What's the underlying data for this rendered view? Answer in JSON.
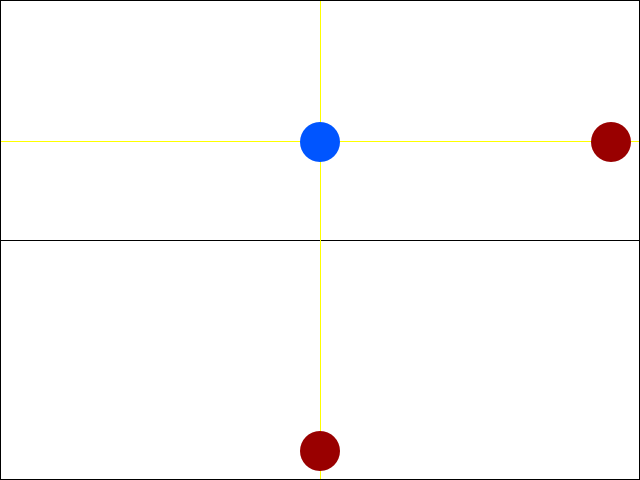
{
  "scene": {
    "background_color": "#ffffff",
    "border_color": "#000000",
    "midline_color": "#000000",
    "crosshair_color": "#ffff00"
  },
  "targets": [
    {
      "name": "player-ball",
      "color": "#0055ff"
    },
    {
      "name": "target-ball-right",
      "color": "#990000"
    },
    {
      "name": "target-ball-bottom",
      "color": "#990000"
    }
  ]
}
